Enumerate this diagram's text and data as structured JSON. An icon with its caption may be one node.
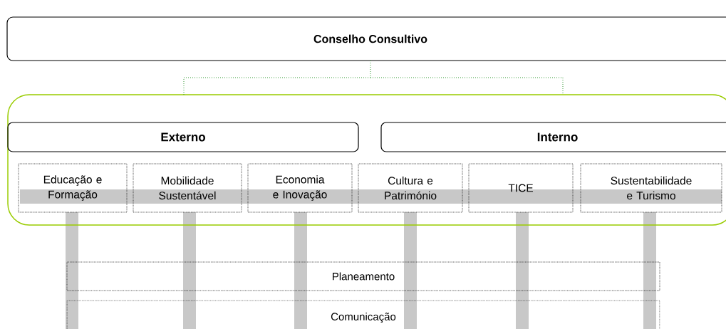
{
  "diagram": {
    "nodes": [
      {
        "text": [
          "Conselho Consultivo"
        ]
      },
      {
        "text": [],
        "shape": "box"
      },
      {
        "text": [
          "Externo"
        ],
        "in": 1
      },
      {
        "text": [
          "Interno"
        ],
        "in": 1
      },
      {
        "text": [
          "Educação e Formação"
        ],
        "in": 1
      },
      {
        "text": [
          "Mobilidade Sustentável"
        ],
        "in": 1
      },
      {
        "text": [
          "Economia e Inovação"
        ],
        "in": 1
      },
      {
        "text": [
          "Cultura e Património"
        ],
        "in": 1
      },
      {
        "text": [
          "TICE"
        ],
        "in": 1
      },
      {
        "text": [
          "Sustentabilidade e Turismo"
        ],
        "in": 1
      },
      {
        "text": [
          "Planeamento"
        ]
      },
      {
        "text": [
          "Comunicação"
        ]
      }
    ],
    "edges": [
      {
        "from": 0,
        "to": 1,
        "arrow": "none",
        "style": "dashed",
        "color": "#339933"
      }
    ]
  }
}
